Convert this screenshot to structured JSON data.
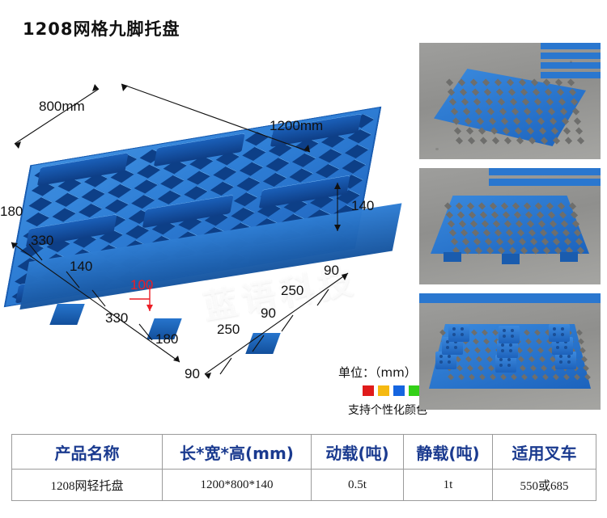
{
  "title": "1208网格九脚托盘",
  "watermark": "蓝语科技",
  "diagram": {
    "width_label": "800mm",
    "length_label": "1200mm",
    "height_label": "140",
    "left_chain": [
      "180",
      "330",
      "140",
      "330",
      "180"
    ],
    "left_highlight": "100",
    "right_chain": [
      "90",
      "250",
      "90",
      "250",
      "90"
    ],
    "unit_note": "单位：（mm）",
    "color_note": "支持个性化颜色",
    "swatch_colors": [
      "#e01b1b",
      "#f5b911",
      "#1565e0",
      "#33d017",
      "#111111"
    ]
  },
  "photos": [
    {
      "caption": "pallet-top-view-angled"
    },
    {
      "caption": "pallet-top-view-front"
    },
    {
      "caption": "pallet-bottom-nine-feet"
    }
  ],
  "spec_table": {
    "headers": [
      "产品名称",
      "长*宽*高(mm)",
      "动载(吨)",
      "静载(吨)",
      "适用叉车"
    ],
    "rows": [
      [
        "1208网轻托盘",
        "1200*800*140",
        "0.5t",
        "1t",
        "550或685"
      ]
    ]
  }
}
